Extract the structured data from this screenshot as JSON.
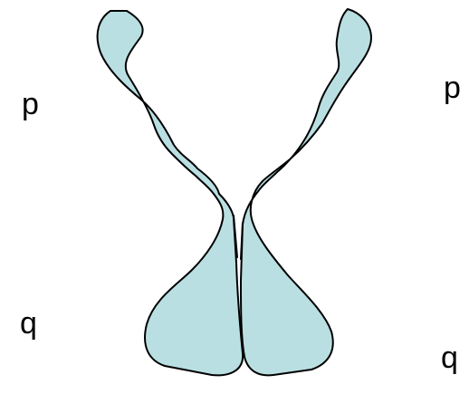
{
  "labels": {
    "p_left": "p",
    "p_right": "p",
    "q_left": "q",
    "q_right": "q"
  },
  "colors": {
    "chromatid_fill": "#b9dfe2",
    "outline": "#000000",
    "background": "#ffffff"
  }
}
